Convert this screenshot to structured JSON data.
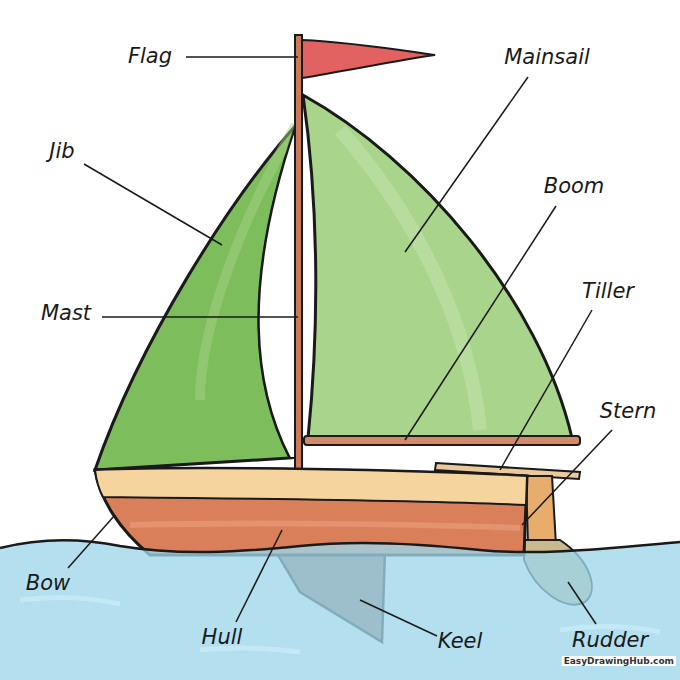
{
  "diagram": {
    "labels": [
      "Flag",
      "Mainsail",
      "Jib",
      "Boom",
      "Tiller",
      "Mast",
      "Stern",
      "Bow",
      "Hull",
      "Keel",
      "Rudder",
      "EasyDrawingHub.com"
    ]
  }
}
